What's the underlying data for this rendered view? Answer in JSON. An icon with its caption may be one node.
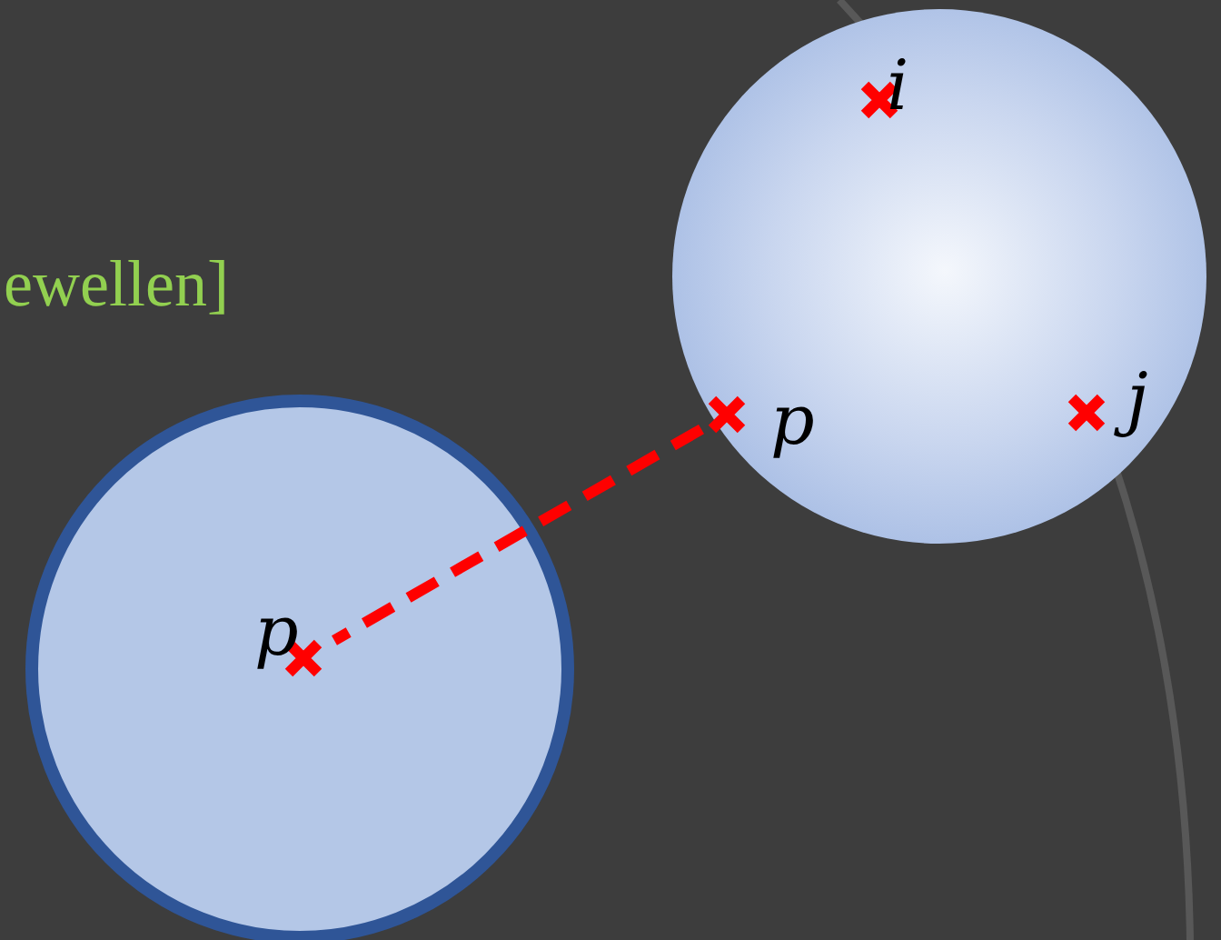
{
  "diagram": {
    "nodes": [
      {
        "text": [],
        "shape": "circle"
      },
      {
        "text": [
          "i"
        ],
        "in": 0
      },
      {
        "text": [
          "p"
        ],
        "in": 0
      },
      {
        "text": [
          "j"
        ],
        "in": 0
      },
      {
        "text": [],
        "shape": "circle"
      },
      {
        "text": [
          "p"
        ],
        "in": 4
      }
    ],
    "edges": [
      {
        "from": 2,
        "to": 5,
        "arrow": "none",
        "style": "dashed",
        "color": "#ff0000"
      }
    ],
    "labels": [
      "ewellen]"
    ]
  }
}
